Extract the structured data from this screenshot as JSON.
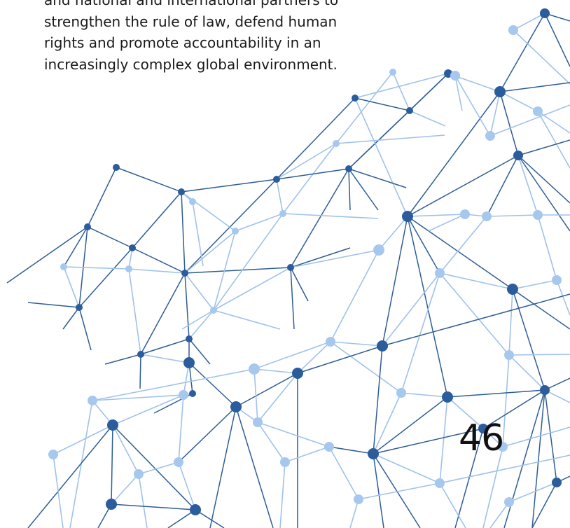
{
  "body_text": {
    "lines": [
      "and national and international partners to",
      "strengthen the rule of law, defend human",
      "rights and promote accountability in an",
      "increasingly complex global environment."
    ]
  },
  "page_number": "46",
  "colors": {
    "dark_node": "#2b5c9b",
    "light_node": "#a7c8ee",
    "dark_line": "#2e5d96",
    "light_line": "#9fc2ea",
    "text": "#1a1a1a"
  }
}
